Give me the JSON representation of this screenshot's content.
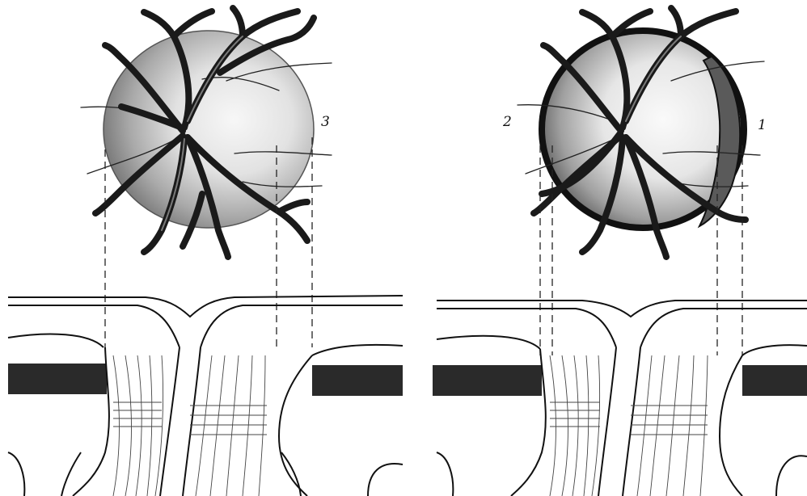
{
  "labels": {
    "left_disc": "3",
    "right_disc_left": "2",
    "right_disc_right": "1"
  },
  "colors": {
    "ink": "#1a1a1a",
    "disc_light": "#f4f4f4",
    "disc_dark": "#8c8c8c",
    "choroid_band": "#2a2a2a",
    "background": "#ffffff"
  }
}
